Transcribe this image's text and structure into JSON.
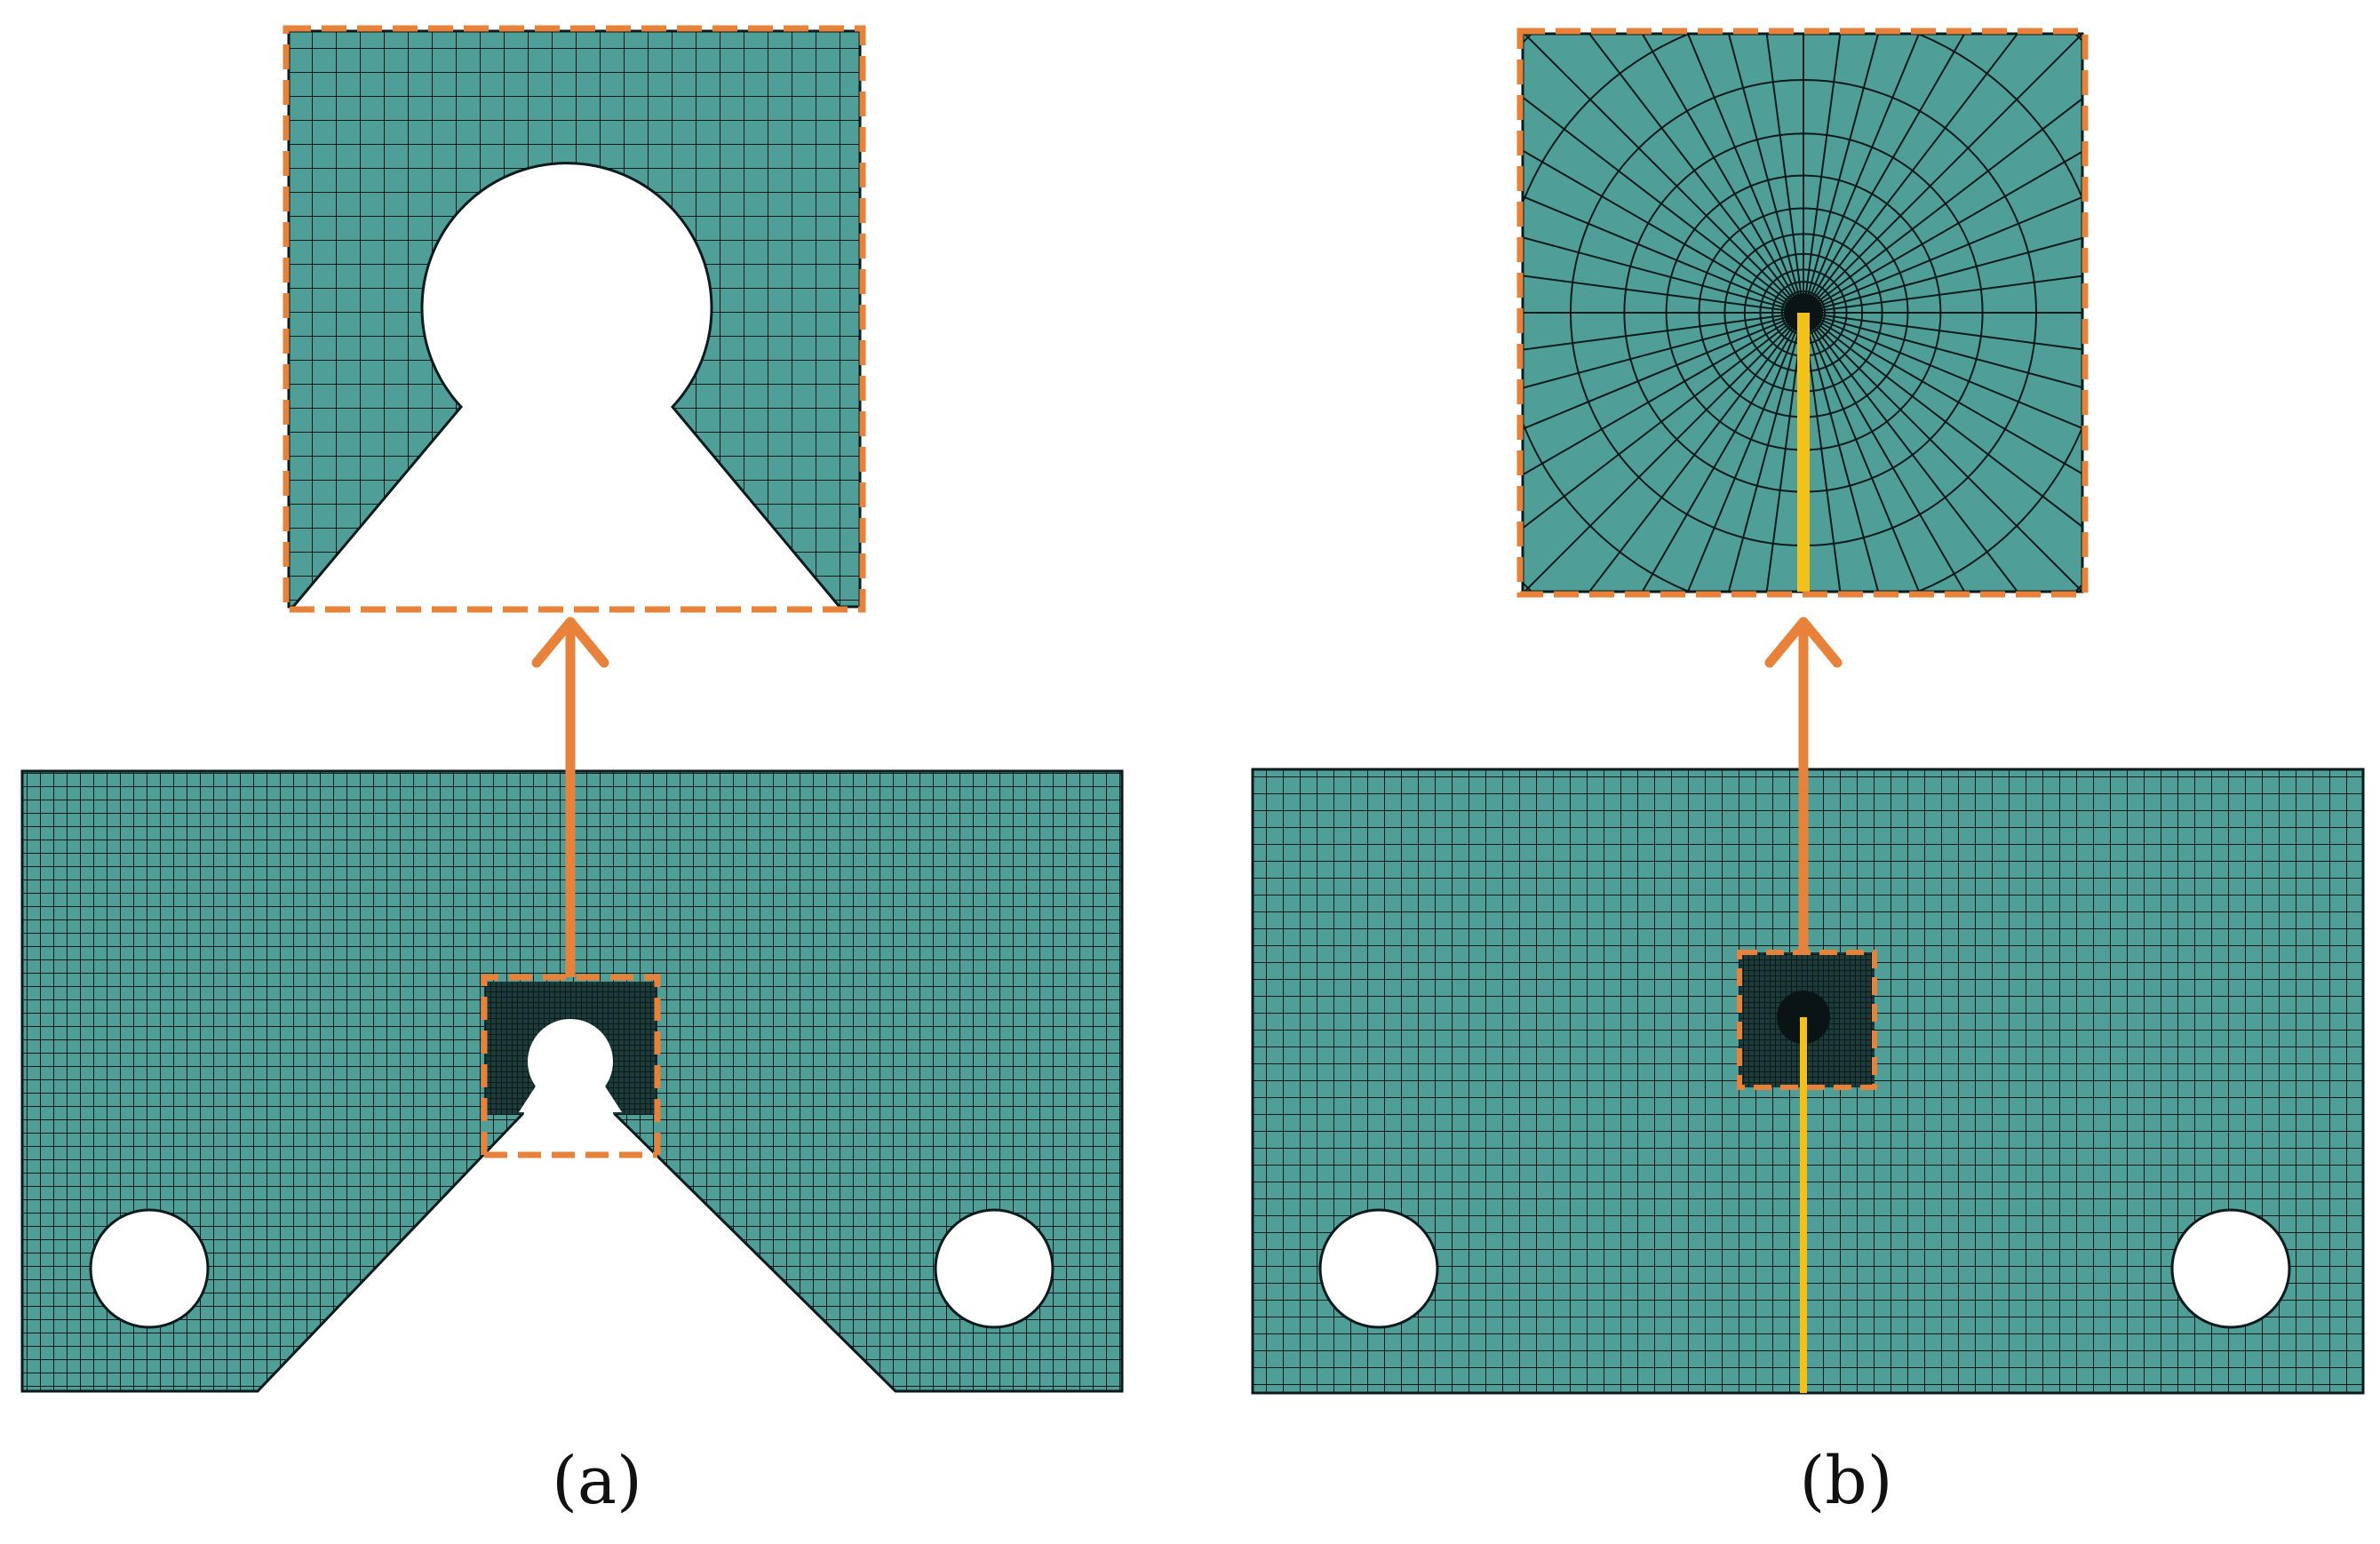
{
  "figure": {
    "panels": [
      {
        "id": "a",
        "label": "(a)",
        "description_hidden": false
      },
      {
        "id": "b",
        "label": "(b)"
      }
    ]
  },
  "colors": {
    "mesh_fill": "#4f9f98",
    "mesh_line": "#0b1a1a",
    "highlight_orange": "#e8813a",
    "crack_yellow": "#f2c21b",
    "background": "#ffffff"
  }
}
